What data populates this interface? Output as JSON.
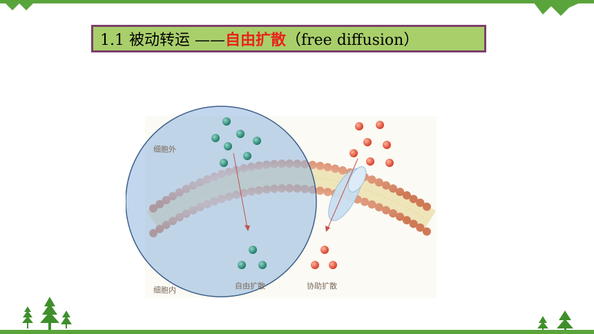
{
  "title": {
    "prefix": "1.1 被动转运 ——",
    "highlight": "自由扩散",
    "suffix": "（free diffusion）"
  },
  "labels": {
    "outside_cell": "细胞外",
    "inside_cell": "细胞内",
    "free_diffusion": "自由扩散",
    "facilitated_diffusion": "协助扩散"
  },
  "colors": {
    "accent_green": "#5aa43c",
    "title_box": "#a9cf6b",
    "title_border": "#7b3f6b",
    "highlight_red": "#e8231b",
    "teal_molecule": "#2e8b7a",
    "red_molecule": "#e0503a",
    "lipid_head": "#e39a76",
    "highlight_circle": "#8fb4de"
  },
  "icons": [
    "tree-icon",
    "mountain-deco-icon"
  ]
}
